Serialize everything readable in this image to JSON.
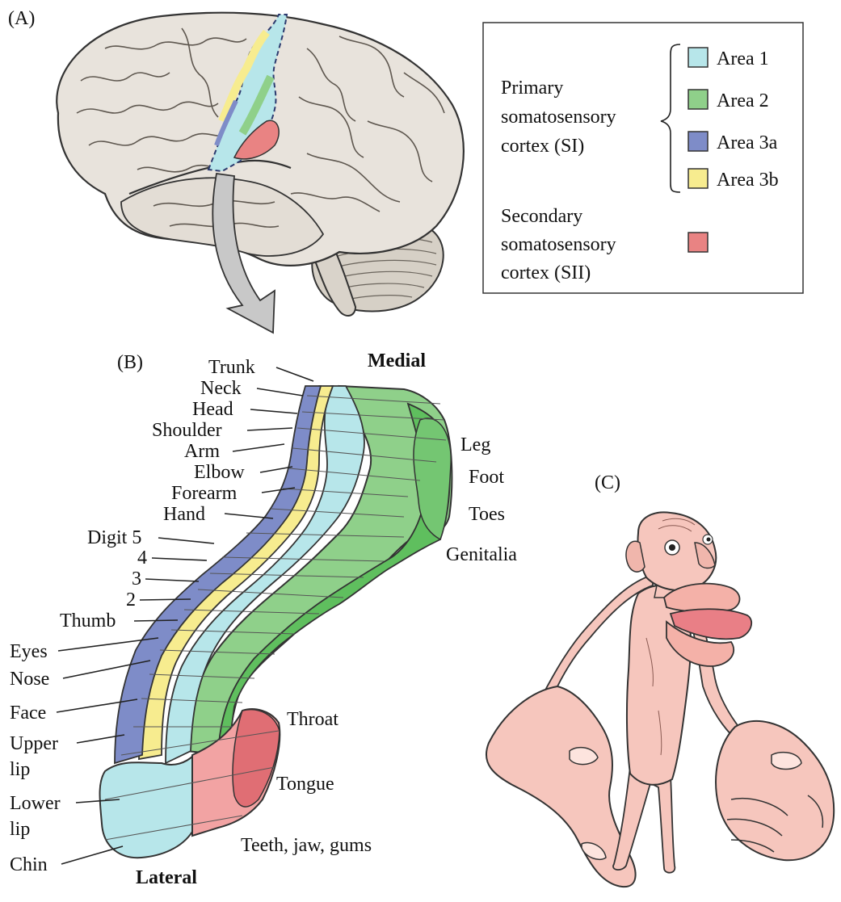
{
  "panel_labels": {
    "a": "(A)",
    "b": "(B)",
    "c": "(C)"
  },
  "legend": {
    "primary_label": [
      "Primary",
      "somatosensory",
      "cortex (SI)"
    ],
    "secondary_label": [
      "Secondary",
      "somatosensory",
      "cortex (SII)"
    ],
    "areas": [
      {
        "label": "Area 1",
        "color": "#b7e6ea"
      },
      {
        "label": "Area 2",
        "color": "#8fd08a"
      },
      {
        "label": "Area 3a",
        "color": "#7e8cc8"
      },
      {
        "label": "Area 3b",
        "color": "#f7ec8f"
      }
    ],
    "secondary_color": "#e98383"
  },
  "map": {
    "medial": "Medial",
    "lateral": "Lateral",
    "left_labels": [
      "Trunk",
      "Neck",
      "Head",
      "Shoulder",
      "Arm",
      "Elbow",
      "Forearm",
      "Hand",
      "Digit 5",
      "4",
      "3",
      "2",
      "Thumb",
      "Eyes",
      "Nose",
      "Face",
      "Upper",
      "lip",
      "Lower",
      "lip",
      "Chin"
    ],
    "right_labels": [
      "Leg",
      "Foot",
      "Toes",
      "Genitalia",
      "Throat",
      "Tongue",
      "Teeth, jaw, gums"
    ]
  },
  "colors": {
    "brain": "#e8e3dc",
    "brain_shadow": "#c9c2b8",
    "skin": "#f6c6bd",
    "skin_dark": "#e9a99f",
    "tongue": "#e97f86",
    "arrow": "#c8c8c8"
  }
}
